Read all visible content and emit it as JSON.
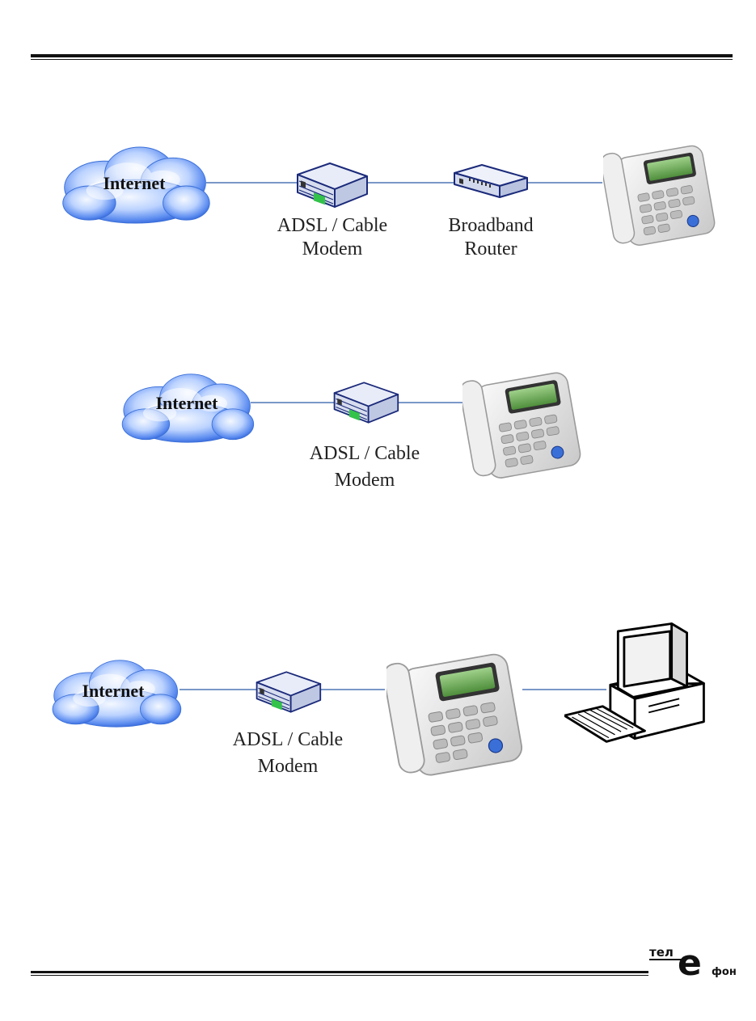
{
  "diagrams": [
    {
      "cloud_label": "Internet",
      "modem_label_line1": "ADSL / Cable",
      "modem_label_line2": "Modem",
      "router_label_line1": "Broadband",
      "router_label_line2": "Router"
    },
    {
      "cloud_label": "Internet",
      "modem_label_line1": "ADSL / Cable",
      "modem_label_line2": "Modem"
    },
    {
      "cloud_label": "Internet",
      "modem_label_line1": "ADSL / Cable",
      "modem_label_line2": "Modem"
    }
  ],
  "logo": {
    "top_text": "тел",
    "letter": "е",
    "bottom_text": "фон"
  },
  "colors": {
    "connector": "#7a98c8",
    "cloud_blue": "#3a6fd8",
    "cloud_light": "#cfe0ff",
    "device_outline": "#1b2a7a",
    "modem_green": "#33c24a"
  }
}
